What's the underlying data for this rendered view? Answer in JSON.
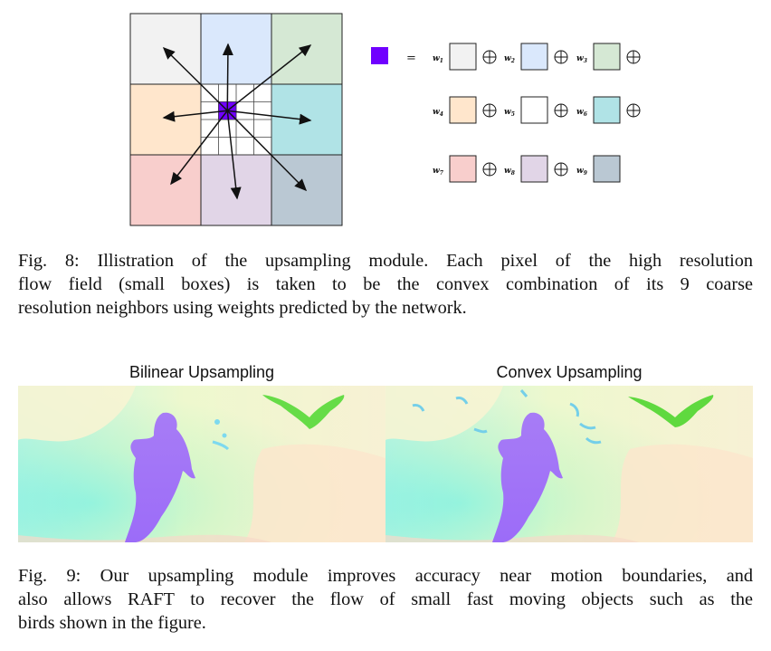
{
  "figure8": {
    "equals": "=",
    "oplus": "⊕",
    "weights": [
      {
        "w": "w",
        "sub": "1"
      },
      {
        "w": "w",
        "sub": "2"
      },
      {
        "w": "w",
        "sub": "3"
      },
      {
        "w": "w",
        "sub": "4"
      },
      {
        "w": "w",
        "sub": "5"
      },
      {
        "w": "w",
        "sub": "6"
      },
      {
        "w": "w",
        "sub": "7"
      },
      {
        "w": "w",
        "sub": "8"
      },
      {
        "w": "w",
        "sub": "9"
      }
    ],
    "cell_colors": [
      "#f2f2f2",
      "#dae8fc",
      "#d5e8d4",
      "#ffe6cc",
      "#ffffff",
      "#b0e3e6",
      "#f8cecc",
      "#e1d5e7",
      "#bac8d3"
    ],
    "center_pixel_color": "#7000ff",
    "caption_lines": [
      "Fig. 8: Illistration of the upsampling module. Each pixel of the high resolution",
      "flow field (small boxes) is taken to be the convex combination of its 9 coarse",
      "resolution neighbors using weights predicted by the network."
    ]
  },
  "figure9": {
    "panels": [
      {
        "title": "Bilinear Upsampling"
      },
      {
        "title": "Convex Upsampling"
      }
    ],
    "caption_lines": [
      "Fig. 9: Our upsampling module improves accuracy near motion boundaries, and",
      "also allows RAFT to recover the flow of small fast moving objects such as the",
      "birds shown in the figure."
    ]
  }
}
